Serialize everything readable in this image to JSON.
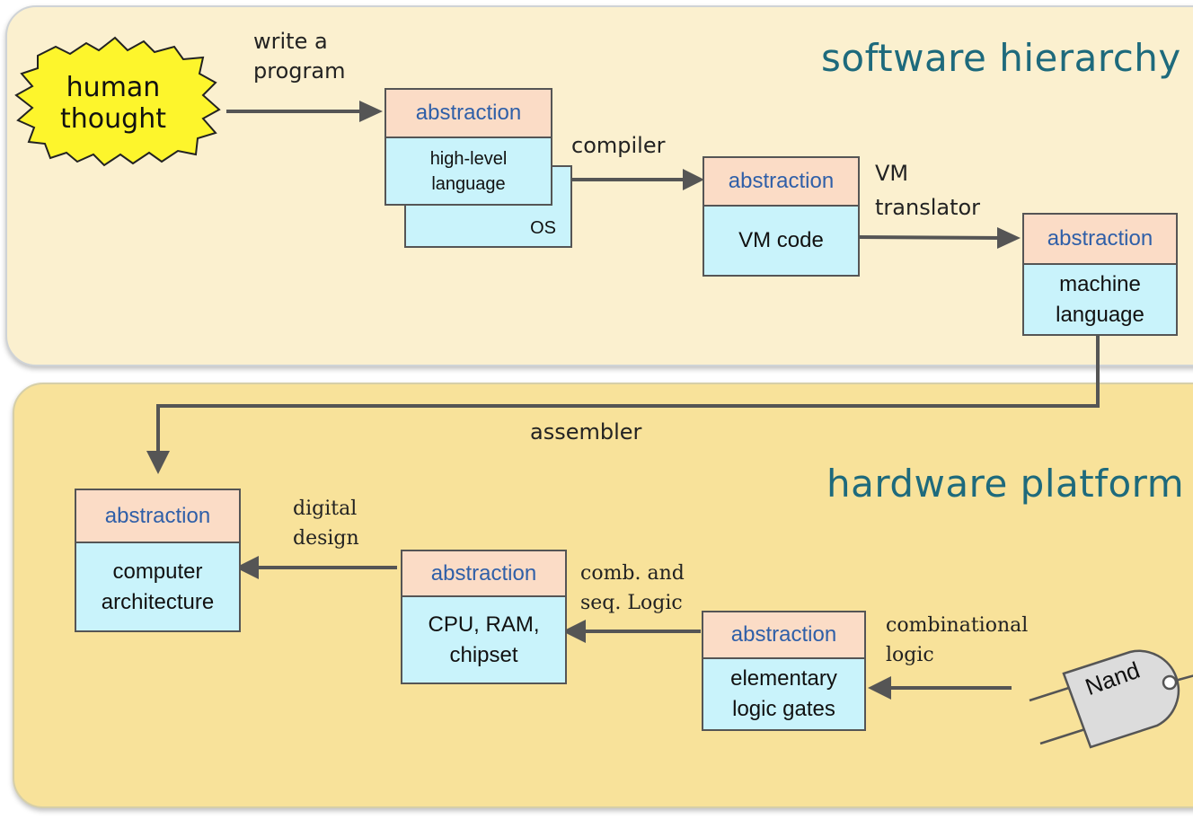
{
  "software": {
    "title": "software hierarchy",
    "human_thought": {
      "line1": "human",
      "line2": "thought"
    },
    "label_write_program": {
      "line1": "write a",
      "line2": "program"
    },
    "hll": {
      "head": "abstraction",
      "line1": "high-level",
      "line2": "language",
      "os": "OS"
    },
    "label_compiler": "compiler",
    "vm": {
      "head": "abstraction",
      "body": "VM code"
    },
    "label_vm_translator": {
      "line1": "VM",
      "line2": "translator"
    },
    "ml": {
      "head": "abstraction",
      "line1": "machine",
      "line2": "language"
    }
  },
  "label_assembler": "assembler",
  "hardware": {
    "title": "hardware platform",
    "ca": {
      "head": "abstraction",
      "line1": "computer",
      "line2": "architecture"
    },
    "label_digital_design": {
      "line1": "digital",
      "line2": "design"
    },
    "cpu": {
      "head": "abstraction",
      "line1": "CPU, RAM,",
      "line2": "chipset"
    },
    "label_comb_seq": {
      "line1": "comb. and",
      "line2": "seq. Logic"
    },
    "gates": {
      "head": "abstraction",
      "line1": "elementary",
      "line2": "logic gates"
    },
    "label_combinational": {
      "line1": "combinational",
      "line2": "logic"
    },
    "nand": "Nand"
  },
  "colors": {
    "software_panel": "#fbf0cf",
    "hardware_panel": "#f8e29a",
    "abstraction_head": "#fbdcc6",
    "abstraction_body": "#c9f3fb",
    "title_teal": "#1e6a7c",
    "star_yellow": "#fdf52c"
  }
}
